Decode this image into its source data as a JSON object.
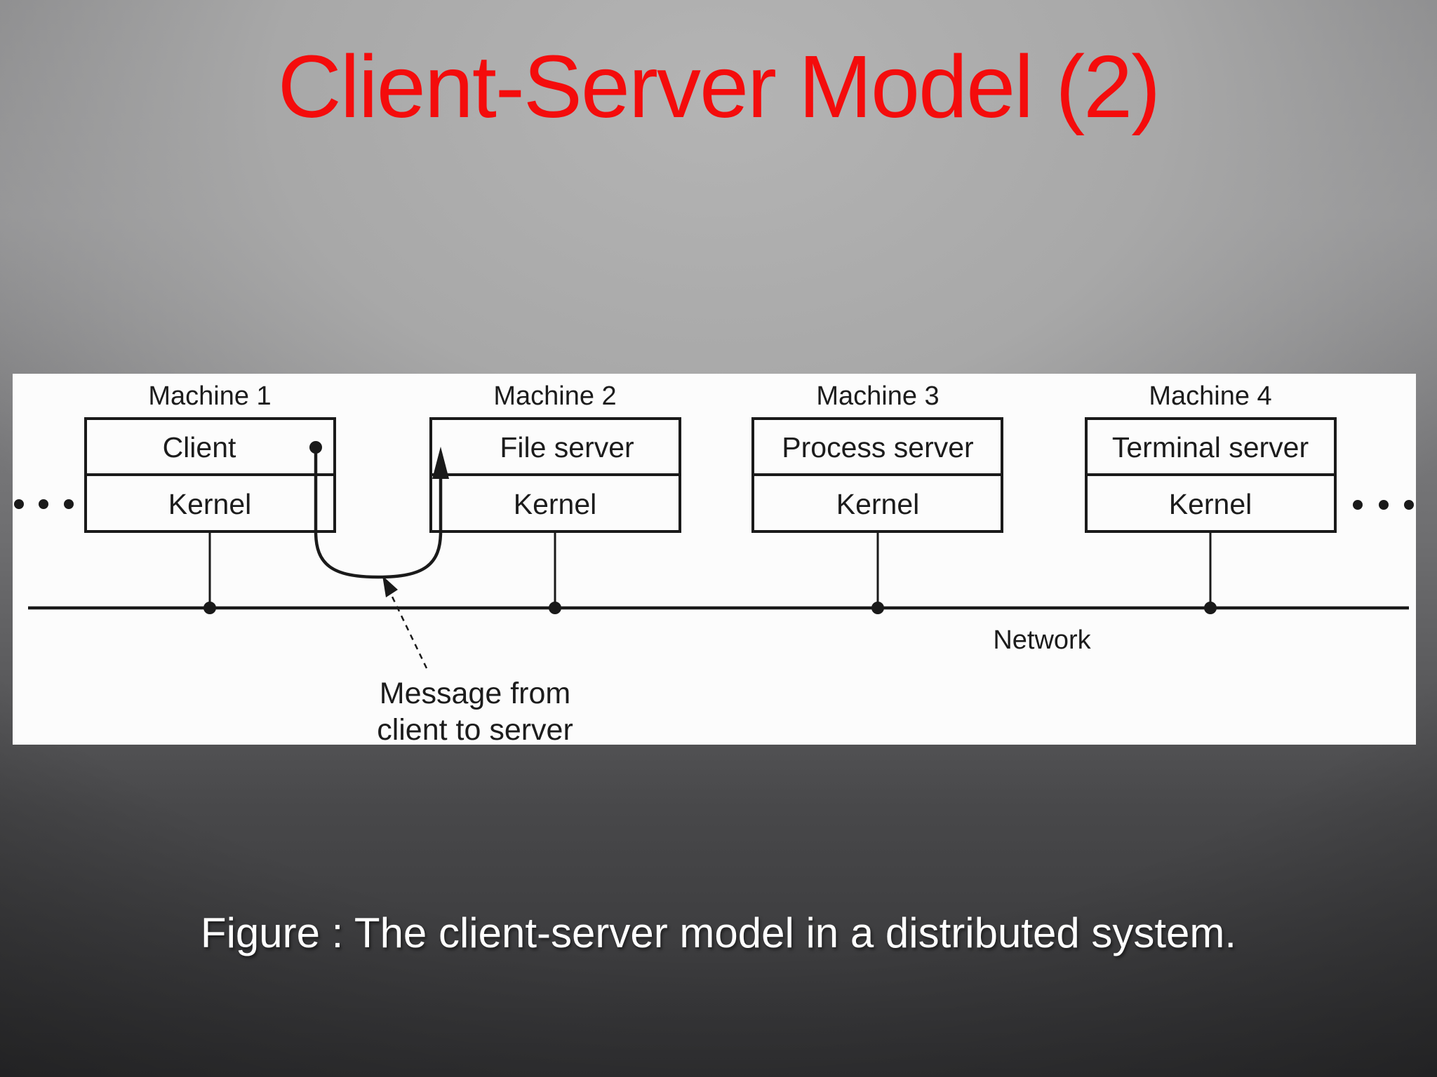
{
  "slide": {
    "title": "Client-Server Model (2)",
    "title_color": "#f40c0c",
    "caption": "Figure : The client-server model in a distributed system."
  },
  "diagram": {
    "machines": [
      {
        "name": "Machine 1",
        "top_label": "Client",
        "bottom_label": "Kernel"
      },
      {
        "name": "Machine 2",
        "top_label": "File server",
        "bottom_label": "Kernel"
      },
      {
        "name": "Machine 3",
        "top_label": "Process server",
        "bottom_label": "Kernel"
      },
      {
        "name": "Machine 4",
        "top_label": "Terminal server",
        "bottom_label": "Kernel"
      }
    ],
    "network_label": "Network",
    "message_label_line1": "Message from",
    "message_label_line2": "client to server",
    "ink_color": "#1a1a1a",
    "panel_color": "#fcfcfc"
  }
}
